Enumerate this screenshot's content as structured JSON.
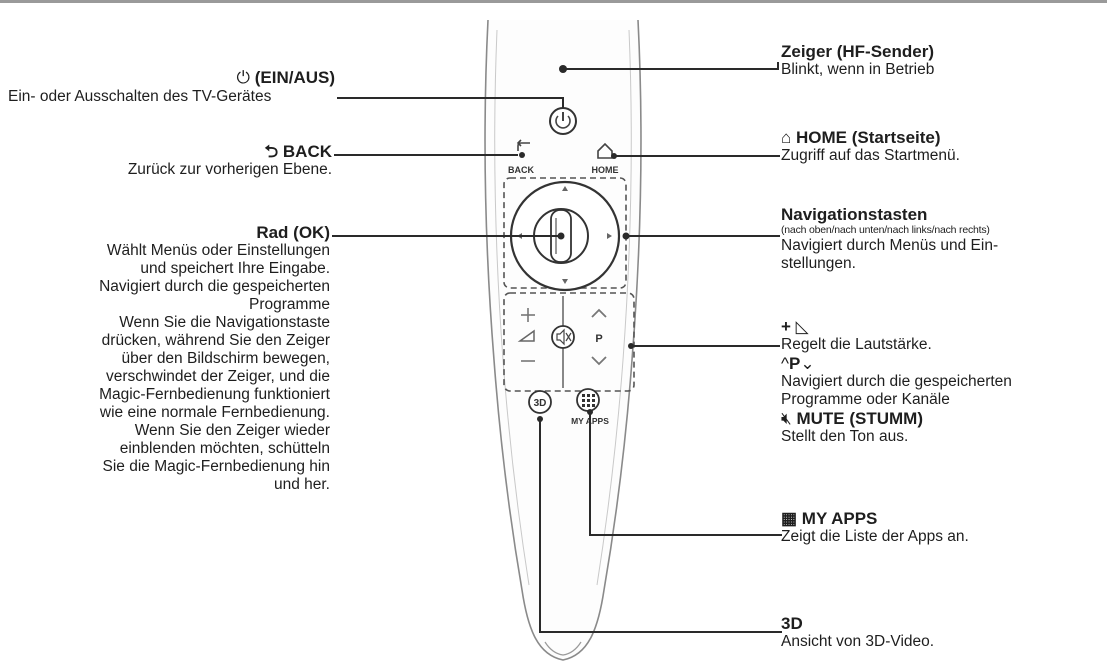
{
  "remote": {
    "keys": {
      "back": "BACK",
      "home": "HOME",
      "p": "P",
      "threed": "3D",
      "myapps": "MY APPS"
    }
  },
  "labels": {
    "power": {
      "title": "(EIN/AUS)",
      "desc": "Ein- oder Ausschalten des TV-Gerätes"
    },
    "back": {
      "title": "BACK",
      "desc": "Zurück zur vorherigen Ebene."
    },
    "wheel": {
      "title": "Rad (OK)",
      "desc": [
        "Wählt Menüs oder Einstellungen",
        "und speichert Ihre Eingabe.",
        "Navigiert durch die gespeicherten",
        "Programme",
        "Wenn Sie die Navigationstaste",
        "drücken, während Sie den Zeiger",
        "über den Bildschirm bewegen,",
        "verschwindet der Zeiger, und die",
        "Magic-Fernbedienung funktioniert",
        "wie eine normale Fernbedienung.",
        "Wenn Sie den Zeiger wieder",
        "einblenden möchten, schütteln",
        "Sie die Magic-Fernbedienung hin",
        "und her."
      ]
    },
    "pointer": {
      "title": "Zeiger (HF-Sender)",
      "desc": "Blinkt, wenn in Betrieb"
    },
    "home": {
      "title": "HOME (Startseite)",
      "desc": "Zugriff auf das Startmenü."
    },
    "nav": {
      "title": "Navigationstasten",
      "small": "(nach oben/nach unten/nach links/nach rechts)",
      "desc": [
        "Navigiert durch Menüs und Ein-",
        "stellungen."
      ]
    },
    "volume": {
      "title": "+",
      "desc": "Regelt die Lautstärke.",
      "p_title": "P",
      "p_desc": [
        "Navigiert durch die gespeicherten",
        "Programme oder Kanäle"
      ],
      "mute_title": "MUTE (STUMM)",
      "mute_desc": "Stellt den Ton aus."
    },
    "myapps": {
      "title": "MY APPS",
      "desc": "Zeigt die Liste der Apps an."
    },
    "threed": {
      "title": "3D",
      "desc": "Ansicht von 3D-Video."
    }
  },
  "colors": {
    "line": "#2a2a2a",
    "remote_outline": "#8a8a8a",
    "text": "#1e1e1e"
  }
}
